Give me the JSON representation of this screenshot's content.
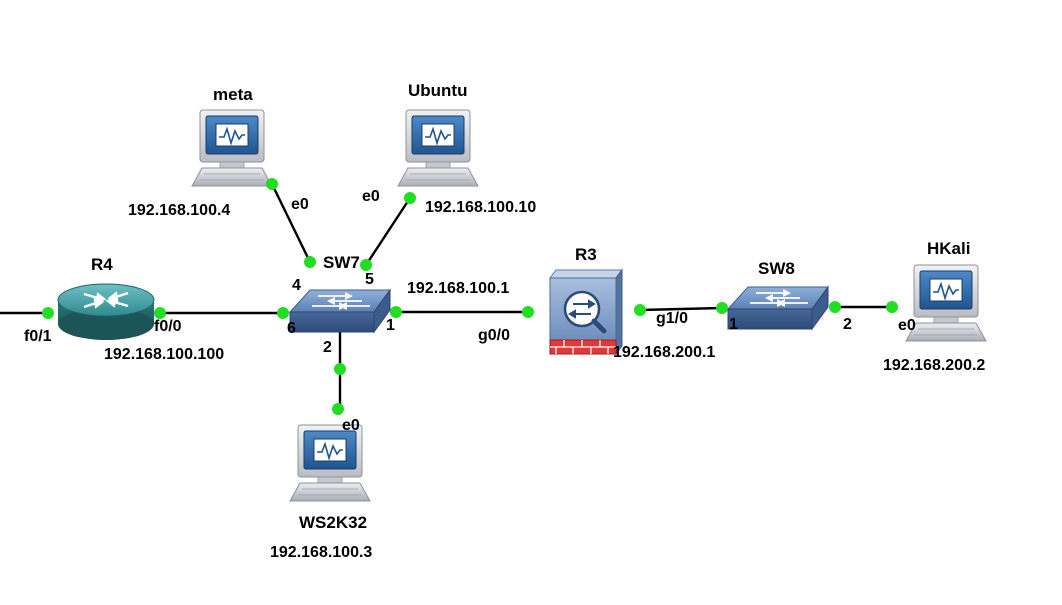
{
  "devices": {
    "meta": {
      "name": "meta",
      "ip": "192.168.100.4",
      "port": "e0"
    },
    "ubuntu": {
      "name": "Ubuntu",
      "ip": "192.168.100.10",
      "port": "e0"
    },
    "r4": {
      "name": "R4",
      "ip": "192.168.100.100",
      "port_left": "f0/1",
      "port_right": "f0/0"
    },
    "sw7": {
      "name": "SW7",
      "ports": [
        "4",
        "5",
        "6",
        "1",
        "2"
      ]
    },
    "ws2k32": {
      "name": "WS2K32",
      "ip": "192.168.100.3",
      "port": "e0"
    },
    "r3": {
      "name": "R3",
      "ip_in": "192.168.100.1",
      "ip_out": "192.168.200.1",
      "port_in": "g0/0",
      "port_out": "g1/0"
    },
    "sw8": {
      "name": "SW8",
      "ports": [
        "1",
        "2"
      ]
    },
    "hkali": {
      "name": "HKali",
      "ip": "192.168.200.2",
      "port": "e0"
    }
  },
  "colors": {
    "link": "#000000",
    "port_status_up": "#22dd22",
    "router": "#2f8a8f",
    "switch": "#5578a8",
    "firewall": "#7d9bc4",
    "firewall_brick": "#e23838",
    "pc_body": "#d5d8dd",
    "pc_screen": "#2d6aa8"
  }
}
